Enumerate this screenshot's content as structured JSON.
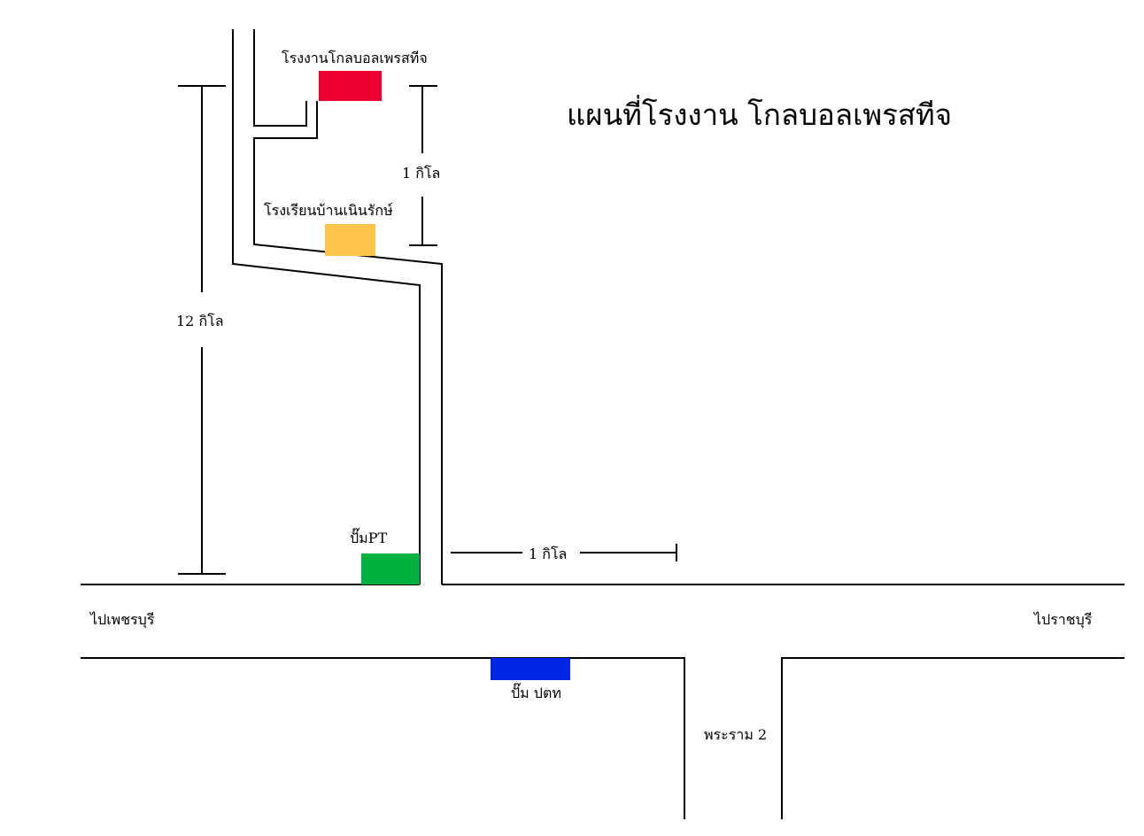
{
  "title": "แผนที่โรงงาน โกลบอลเพรสทีจ",
  "places": {
    "factory": {
      "label": "โรงงานโกลบอลเพรสทีจ",
      "color": "#ef0033"
    },
    "school": {
      "label": "โรงเรียนบ้านเนินรักษ์",
      "color": "#ffc34a"
    },
    "pump_pt": {
      "label": "ปั๊มPT",
      "color": "#00b140"
    },
    "pump_ptt": {
      "label": "ปั๊ม ปตท",
      "color": "#0026e6"
    }
  },
  "roads": {
    "left_destination": "ไปเพชรบุรี",
    "right_destination": "ไปราชบุรี",
    "rama2": "พระราม 2"
  },
  "distances": {
    "total": "12 กิโล",
    "factory_to_school": "1 กิโล",
    "horizontal": "1 กิโล"
  },
  "colors": {
    "background": "#ffffff",
    "line": "#000000"
  }
}
